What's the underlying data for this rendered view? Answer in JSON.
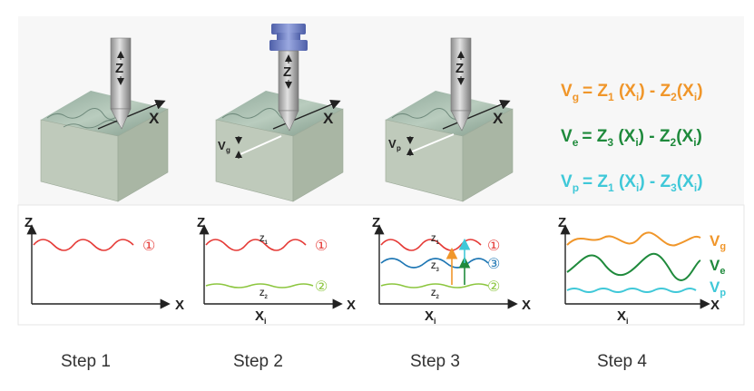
{
  "steps": [
    "Step 1",
    "Step 2",
    "Step 3",
    "Step 4"
  ],
  "probe": {
    "z_label": "Z"
  },
  "block": {
    "x_label": "X",
    "vg_label": "V",
    "vg_sub": "g",
    "vp_label": "V",
    "vp_sub": "p"
  },
  "axes": {
    "z": "Z",
    "x": "X",
    "xi": "X",
    "xi_sub": "i"
  },
  "curve_markers": {
    "one": "①",
    "two": "②",
    "three": "③"
  },
  "point_labels": {
    "z1": "Z",
    "z1_sub": "1",
    "z2": "Z",
    "z2_sub": "2",
    "z3": "Z",
    "z3_sub": "3"
  },
  "series_labels": {
    "vg": "V",
    "vg_sub": "g",
    "ve": "V",
    "ve_sub": "e",
    "vp": "V",
    "vp_sub": "p"
  },
  "equations": [
    {
      "lhs": "V",
      "lhs_sub": "g",
      "rhs": "= Z",
      "a_sub": "1",
      "mid": " (X",
      "mid_sub": "i",
      "tail": ") - Z",
      "b_sub": "2",
      "end": "(X",
      "end_sub": "i",
      "close": ")",
      "color": "#f0962a"
    },
    {
      "lhs": "V",
      "lhs_sub": "e",
      "rhs": "= Z",
      "a_sub": "3",
      "mid": " (X",
      "mid_sub": "i",
      "tail": ") - Z",
      "b_sub": "2",
      "end": "(X",
      "end_sub": "i",
      "close": ")",
      "color": "#1f8a3c"
    },
    {
      "lhs": "V",
      "lhs_sub": "p",
      "rhs": "= Z",
      "a_sub": "1",
      "mid": " (X",
      "mid_sub": "i",
      "tail": ") - Z",
      "b_sub": "3",
      "end": "(X",
      "end_sub": "i",
      "close": ")",
      "color": "#3fc8d8"
    }
  ],
  "colors": {
    "red": "#e53935",
    "green": "#8cc63f",
    "blue": "#1f77b4",
    "orange": "#f0962a",
    "dkgreen": "#1f8a3c",
    "cyan": "#3fc8d8",
    "probe_head": "#6c7fc4"
  }
}
